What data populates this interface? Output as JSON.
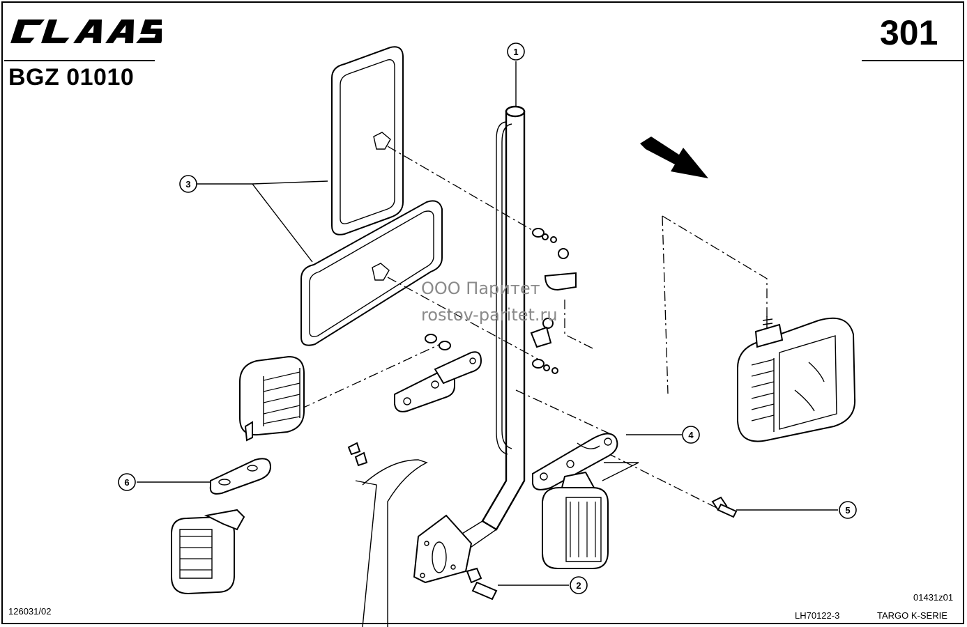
{
  "header": {
    "brand": "CLAAS",
    "drawing_code": "BGZ 01010",
    "page_number": "301"
  },
  "footer": {
    "left_code": "126031/02",
    "figure_id": "01431z01",
    "part_ref": "LH70122-3",
    "series": "TARGO K-SERIE"
  },
  "watermark": {
    "line1": "ООО Паритет",
    "line2": "rostov-paritet.ru"
  },
  "callouts": [
    "1",
    "2",
    "3",
    "4",
    "5",
    "6"
  ]
}
